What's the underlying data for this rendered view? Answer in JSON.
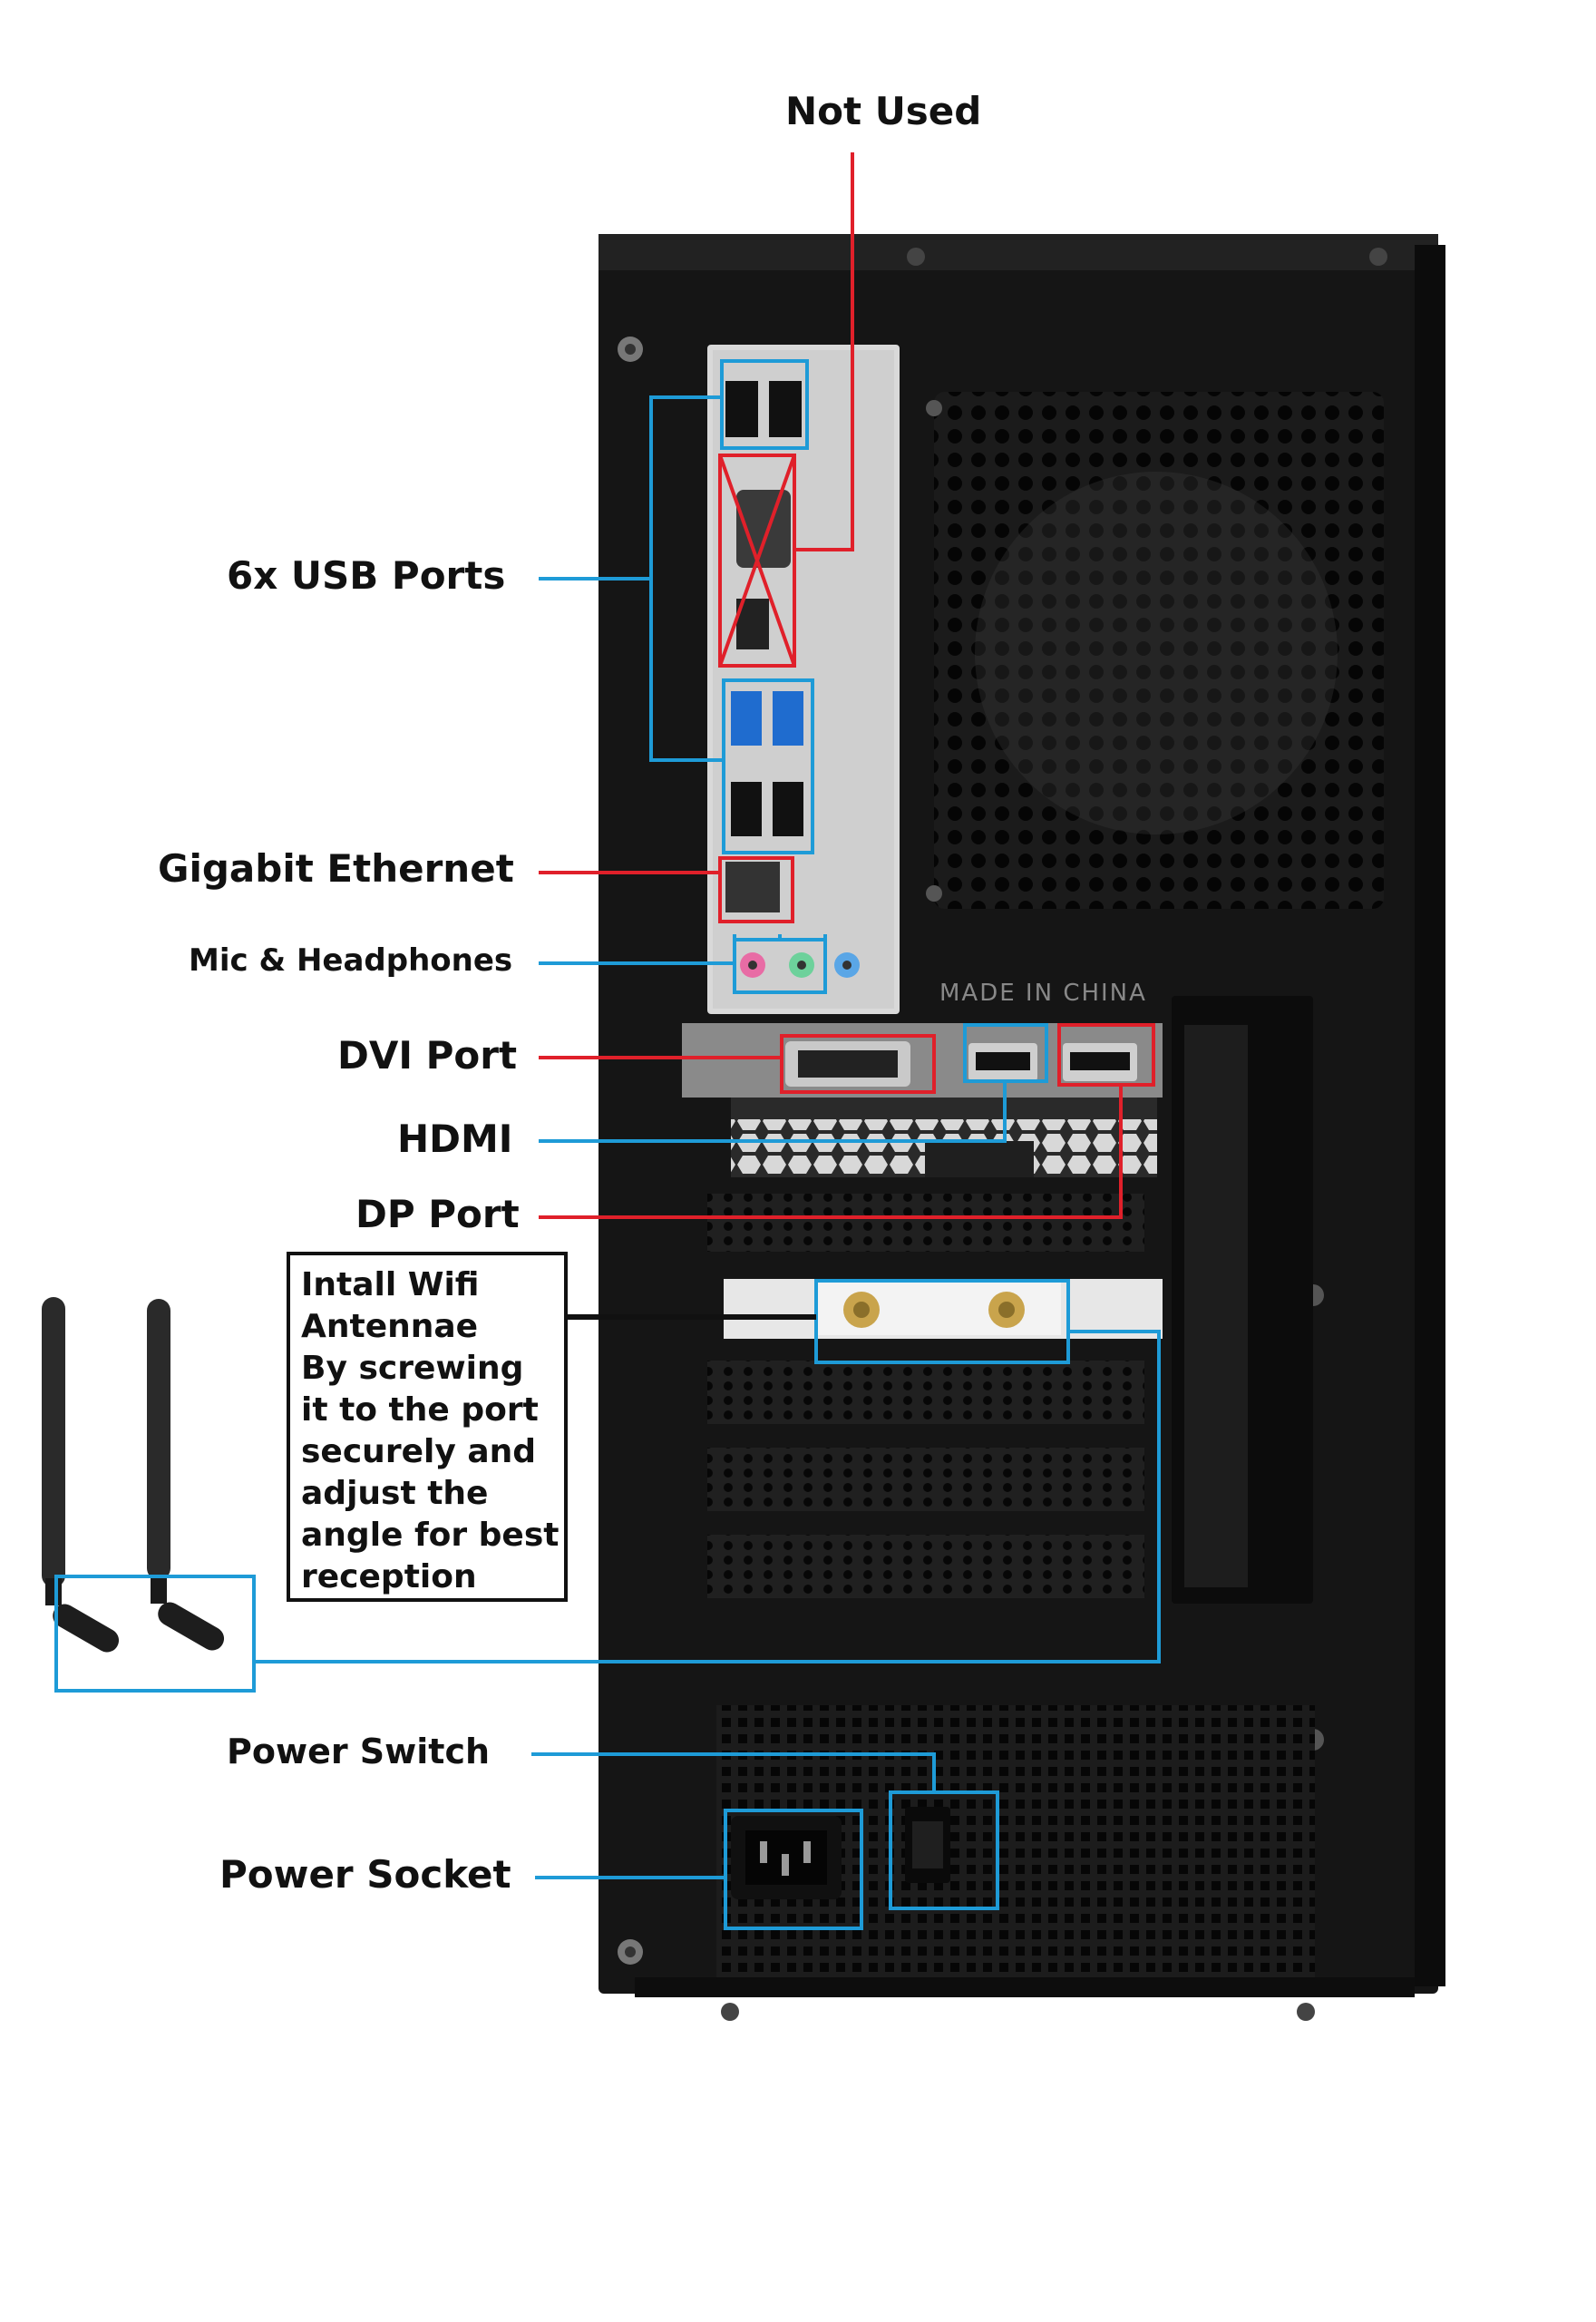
{
  "labels": {
    "not_used": "Not Used",
    "usb": "6x USB Ports",
    "ethernet": "Gigabit Ethernet",
    "audio": "Mic & Headphones",
    "dvi": "DVI Port",
    "hdmi": "HDMI",
    "dp": "DP Port",
    "power_switch": "Power Switch",
    "power_socket": "Power Socket"
  },
  "case_text": "MADE IN CHINA",
  "wifi_note": [
    "Intall Wifi",
    "Antennae",
    "By screwing",
    "it to the port",
    "securely and",
    "adjust the",
    "angle for best",
    "reception"
  ],
  "colors": {
    "red": "#e0202a",
    "blue": "#1e9bd7",
    "case": "#151515"
  }
}
